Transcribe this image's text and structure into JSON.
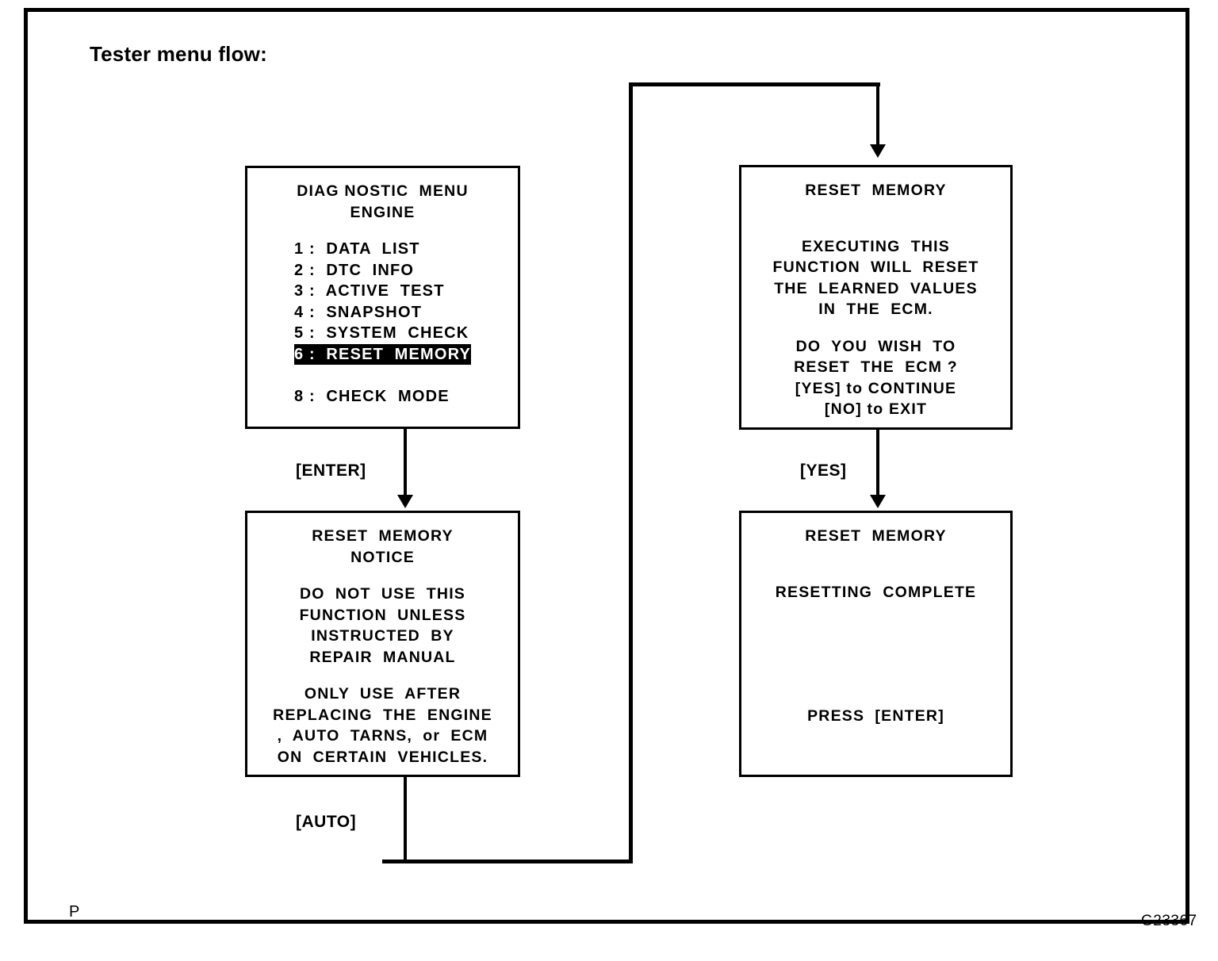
{
  "figure": {
    "title": "Tester menu flow:",
    "id_code": "G23367",
    "corner_mark": "P"
  },
  "screens": {
    "diagnostic_menu": {
      "name": "diagnostic-menu-screen",
      "header_line1": "DIAG NOSTIC  MENU",
      "header_line2": "ENGINE",
      "items": [
        {
          "label": "1 :  DATA  LIST",
          "selected": false
        },
        {
          "label": "2 :  DTC  INFO",
          "selected": false
        },
        {
          "label": "3 :  ACTIVE  TEST",
          "selected": false
        },
        {
          "label": "4 :  SNAPSHOT",
          "selected": false
        },
        {
          "label": "5 :  SYSTEM  CHECK",
          "selected": false
        },
        {
          "label": "6 :  RESET  MEMORY",
          "selected": true
        },
        {
          "label": "",
          "selected": false
        },
        {
          "label": "8 :  CHECK  MODE",
          "selected": false
        }
      ]
    },
    "reset_memory_notice": {
      "name": "reset-memory-notice-screen",
      "title": "RESET  MEMORY",
      "subtitle": "NOTICE",
      "block1": [
        "DO  NOT  USE  THIS",
        "FUNCTION  UNLESS",
        "INSTRUCTED  BY",
        "REPAIR  MANUAL"
      ],
      "block2": [
        "ONLY  USE  AFTER",
        "REPLACING  THE  ENGINE",
        ",  AUTO  TARNS,  or  ECM",
        "ON  CERTAIN  VEHICLES."
      ]
    },
    "reset_memory_confirm": {
      "name": "reset-memory-confirm-screen",
      "title": "RESET  MEMORY",
      "block1": [
        "EXECUTING  THIS",
        "FUNCTION  WILL  RESET",
        "THE  LEARNED  VALUES",
        "IN  THE  ECM."
      ],
      "block2": [
        "DO  YOU  WISH  TO",
        "RESET  THE  ECM ?",
        "[YES] to CONTINUE",
        "[NO] to EXIT"
      ]
    },
    "resetting_complete": {
      "name": "resetting-complete-screen",
      "title": "RESET  MEMORY",
      "status": "RESETTING  COMPLETE",
      "prompt": "PRESS  [ENTER]"
    }
  },
  "edges": {
    "enter": "[ENTER]",
    "auto": "[AUTO]",
    "yes": "[YES]"
  }
}
